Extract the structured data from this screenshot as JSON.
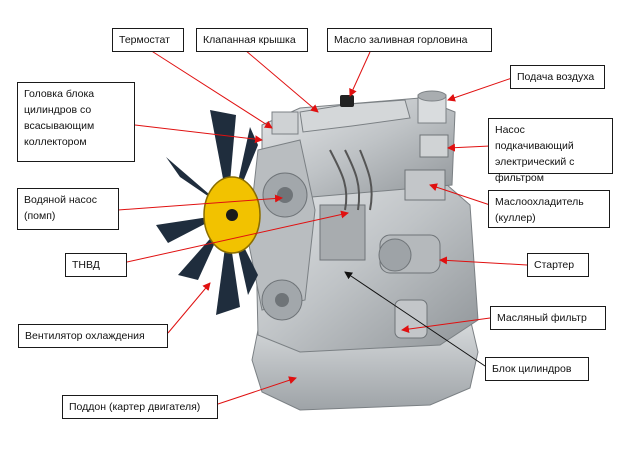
{
  "labels": {
    "thermostat": "Термостат",
    "valve_cover": "Клапанная крышка",
    "oil_filler": "Масло заливная горловина",
    "air_intake": "Подача воздуха",
    "cylinder_head": "Головка блока цилиндров со всасывающим коллектором",
    "fuel_pump": "Насос подкачивающий электрический с фильтром",
    "water_pump": "Водяной насос (помп)",
    "oil_cooler": "Маслоохладитель (куллер)",
    "tnvd": "ТНВД",
    "starter": "Стартер",
    "fan": "Вентилятор охлаждения",
    "oil_filter": "Масляный фильтр",
    "block": "Блок цилиндров",
    "sump": "Поддон (картер двигателя)"
  },
  "colors": {
    "arrow_red": "#e01010",
    "arrow_black": "#111111",
    "fan_hub": "#f2c200",
    "fan_blade": "#1f2d3d",
    "engine_metal": "#c9ccce"
  }
}
